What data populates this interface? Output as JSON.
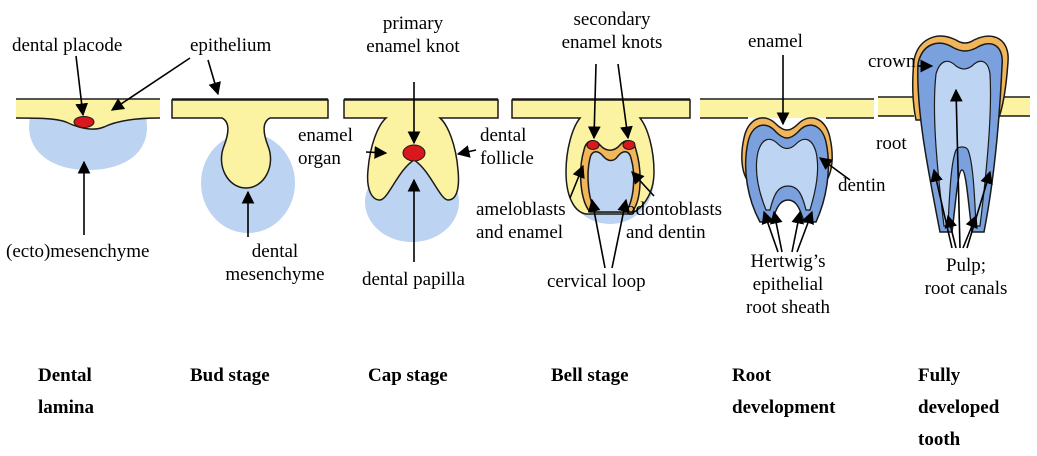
{
  "colors": {
    "epithelium": "#fbf3a2",
    "outline": "#1a1a1a",
    "mesenchyme": "#bcd3f1",
    "dentin": "#7aa1dd",
    "pulp": "#bed4f3",
    "enamel": "#f2b65a",
    "knot": "#d8181c"
  },
  "labels": {
    "dental_placode": "dental placode",
    "epithelium": "epithelium",
    "ecto_mesenchyme": "(ecto)mesenchyme",
    "dental_mesenchyme": [
      "dental",
      "mesenchyme"
    ],
    "primary_enamel_knot": [
      "primary",
      "enamel knot"
    ],
    "enamel_organ": [
      "enamel",
      "organ"
    ],
    "dental_follicle": [
      "dental",
      "follicle"
    ],
    "dental_papilla": "dental papilla",
    "secondary_enamel_knots": [
      "secondary",
      "enamel knots"
    ],
    "ameloblasts": [
      "ameloblasts",
      "and enamel"
    ],
    "odontoblasts": [
      "odontoblasts",
      "and dentin"
    ],
    "cervical_loop": "cervical loop",
    "enamel": "enamel",
    "dentin": "dentin",
    "hertwig": [
      "Hertwig’s",
      "epithelial",
      "root sheath"
    ],
    "crown": "crown",
    "root": "root",
    "pulp": [
      "Pulp;",
      "root canals"
    ]
  },
  "stages": [
    [
      "Dental",
      "lamina"
    ],
    [
      "Bud stage"
    ],
    [
      "Cap stage"
    ],
    [
      "Bell stage"
    ],
    [
      "Root",
      "development"
    ],
    [
      "Fully",
      "developed",
      "tooth"
    ]
  ]
}
